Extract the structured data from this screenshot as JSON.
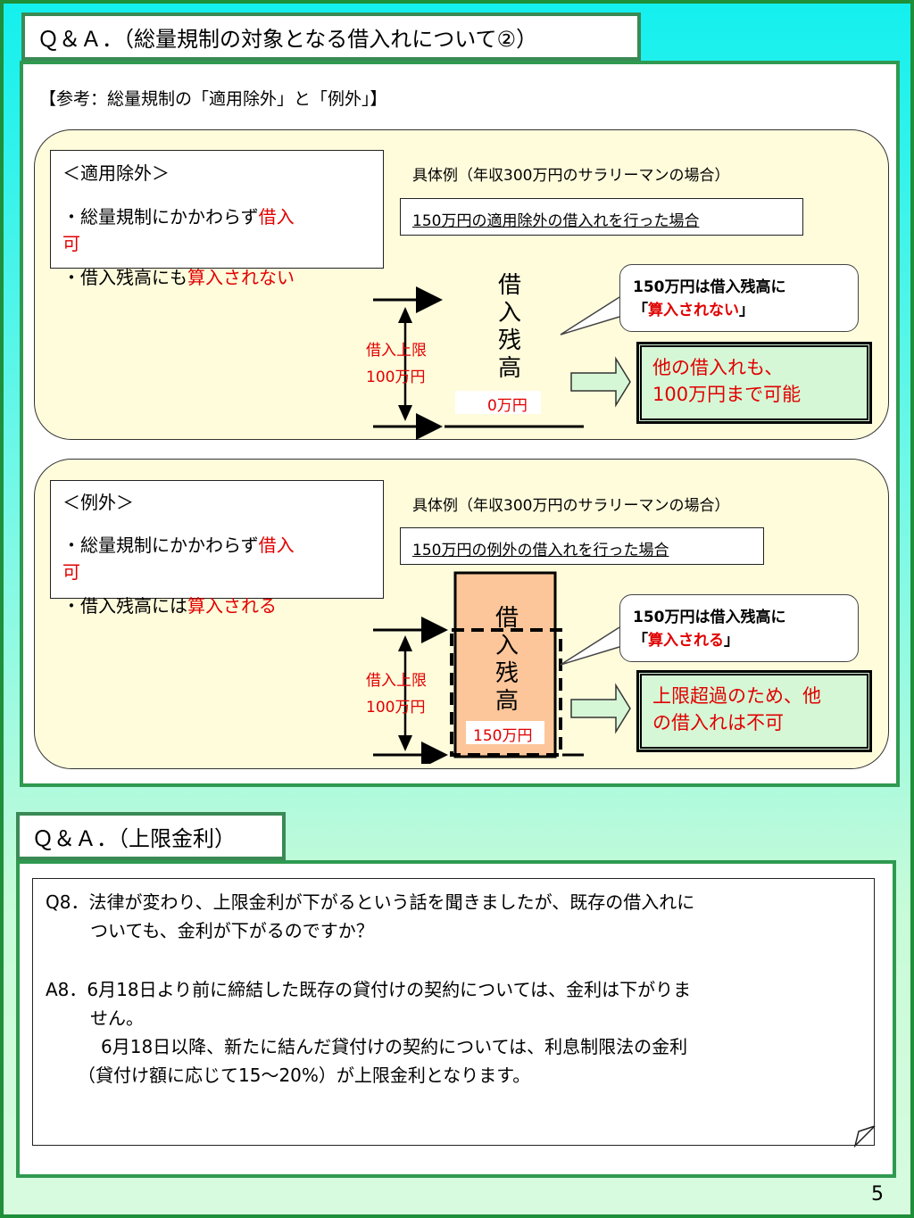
{
  "section1": {
    "title": "Ｑ＆Ａ．（総量規制の対象となる借入れについて②）",
    "subtitle": "【参考：総量規制の「適用除外」と「例外」】",
    "exclusion": {
      "heading": "＜適用除外＞",
      "bullet1_prefix": "・総量規制にかかわらず",
      "bullet1_red": "借入",
      "bullet1_red2": "可",
      "bullet2_prefix": "・借入残高にも",
      "bullet2_red": "算入されない",
      "example_title": "具体例（年収300万円のサラリーマンの場合）",
      "example_case": "150万円の適用除外の借入れを行った場合",
      "limit_label1": "借入上限",
      "limit_label2": "100万円",
      "balance_label": "借入残高",
      "balance_value": "0万円",
      "callout_line1": "150万円は借入残高に",
      "callout_open": "「",
      "callout_red": "算入されない",
      "callout_close": "」",
      "result_line1": "他の借入れも、",
      "result_line2": "100万円まで可能"
    },
    "exception": {
      "heading": "＜例外＞",
      "bullet1_prefix": "・総量規制にかかわらず",
      "bullet1_red": "借入",
      "bullet1_red2": "可",
      "bullet2_prefix": "・借入残高には",
      "bullet2_red": "算入される",
      "example_title": "具体例（年収300万円のサラリーマンの場合）",
      "example_case": "150万円の例外の借入れを行った場合",
      "limit_label1": "借入上限",
      "limit_label2": "100万円",
      "balance_label": "借入残高",
      "balance_value": "150万円",
      "callout_line1": "150万円は借入残高に",
      "callout_open": "「",
      "callout_red": "算入される",
      "callout_close": "」",
      "result_line1": "上限超過のため、他",
      "result_line2": "の借入れは不可"
    }
  },
  "section2": {
    "title": "Ｑ＆Ａ．（上限金利）",
    "q_line1": "Q8．法律が変わり、上限金利が下がるという話を聞きましたが、既存の借入れに",
    "q_line2": "ついても、金利が下がるのですか？",
    "a_line1": "A8．6月18日より前に締結した既存の貸付けの契約については、金利は下がりま",
    "a_line2": "せん。",
    "a_line3": "6月18日以降、新たに結んだ貸付けの契約については、利息制限法の金利",
    "a_line4": "（貸付け額に応じて15～20%）が上限金利となります。"
  },
  "page_number": "5",
  "colors": {
    "frame_green": "#1f8f3a",
    "cream": "#fffcdc",
    "result_green": "#d6f7d6",
    "bar_orange": "#fcc69a",
    "emphasis_red": "#e00000"
  }
}
